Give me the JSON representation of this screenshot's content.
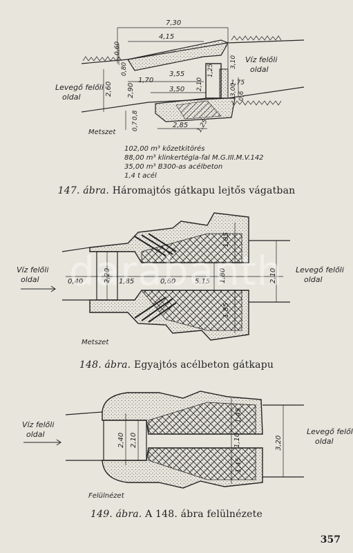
{
  "watermark": "darabanth",
  "page_number": "357",
  "figure_147": {
    "caption_number": "147. ábra.",
    "caption_title": "Háromajtós gátkapu lejtős vágatban",
    "label_left": [
      "Levegő felőli",
      "oldal"
    ],
    "label_right": [
      "Víz felőli",
      "oldal"
    ],
    "label_section": "Metszet",
    "dims": {
      "total": "7,30",
      "top_a": "4,15",
      "left_v": "0,60",
      "left_v2": "0,80",
      "mid_a": "3,55",
      "mid_b": "1,70",
      "mid_c": "3,50",
      "mid_v": "2,10",
      "right_v": "1,25",
      "right_v2": "3,10",
      "right_v3": "1,75",
      "right_v4": "3,00",
      "right_v5": "0,6",
      "left_h": "2,60",
      "left_h2": "2,90",
      "low_a": "0,8",
      "low_b": "0,7",
      "low_c": "2,85",
      "low_d": "1,25"
    },
    "materials": [
      "102,00 m³ kőzetkitörés",
      "88,00 m³ klinkertégla-fal M.G.III.M.V.142",
      "35,00 m³ B300-as acélbeton",
      "1,4  t acél"
    ]
  },
  "figure_148": {
    "caption_number": "148. ábra.",
    "caption_title": "Egyajtós acélbeton gátkapu",
    "label_left": [
      "Víz felőli",
      "oldal"
    ],
    "label_right": [
      "Levegő felőli",
      "oldal"
    ],
    "label_section": "Metszet",
    "dims": {
      "a": "0,40",
      "b": "2,20",
      "c": "1,85",
      "d": "0,60",
      "e": "5,15",
      "f": "1,80",
      "g": "2,10",
      "h": "1,85",
      "i": "1,85"
    }
  },
  "figure_149": {
    "caption_number": "149. ábra.",
    "caption_title": "A 148. ábra felülnézete",
    "label_left": [
      "Víz felőli",
      "oldal"
    ],
    "label_right": [
      "Levegő felőli",
      "oldal"
    ],
    "label_section": "Felülnézet",
    "dims": {
      "a": "2,40",
      "b": "2,10",
      "c": "1,45",
      "d": "1,10",
      "e": "1,45",
      "f": "3,20"
    }
  }
}
